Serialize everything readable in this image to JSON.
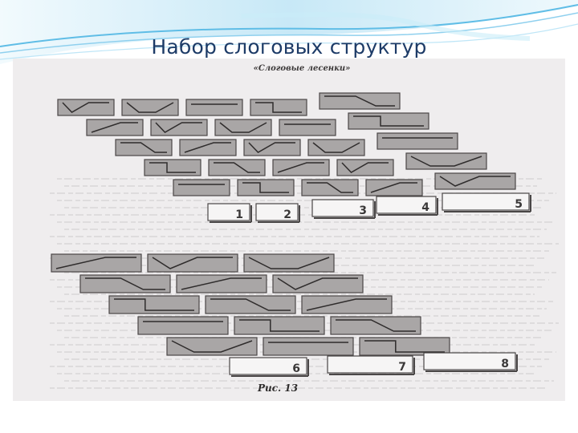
{
  "slide": {
    "title": "Набор слоговых структур"
  },
  "figure": {
    "heading": "«Слоговые лесенки»",
    "caption": "Рис. 13",
    "block_numbers": [
      "1",
      "2",
      "3",
      "4",
      "5",
      "6",
      "7",
      "8"
    ]
  },
  "colors": {
    "title": "#1d3b67",
    "wave_light": "#bfe7f7",
    "wave_mid": "#6cc3e8",
    "page_bg": "#efedee",
    "bar_fill": "#a9a6a6",
    "bar_stroke": "#4a4747",
    "line": "#2f2c2c"
  }
}
